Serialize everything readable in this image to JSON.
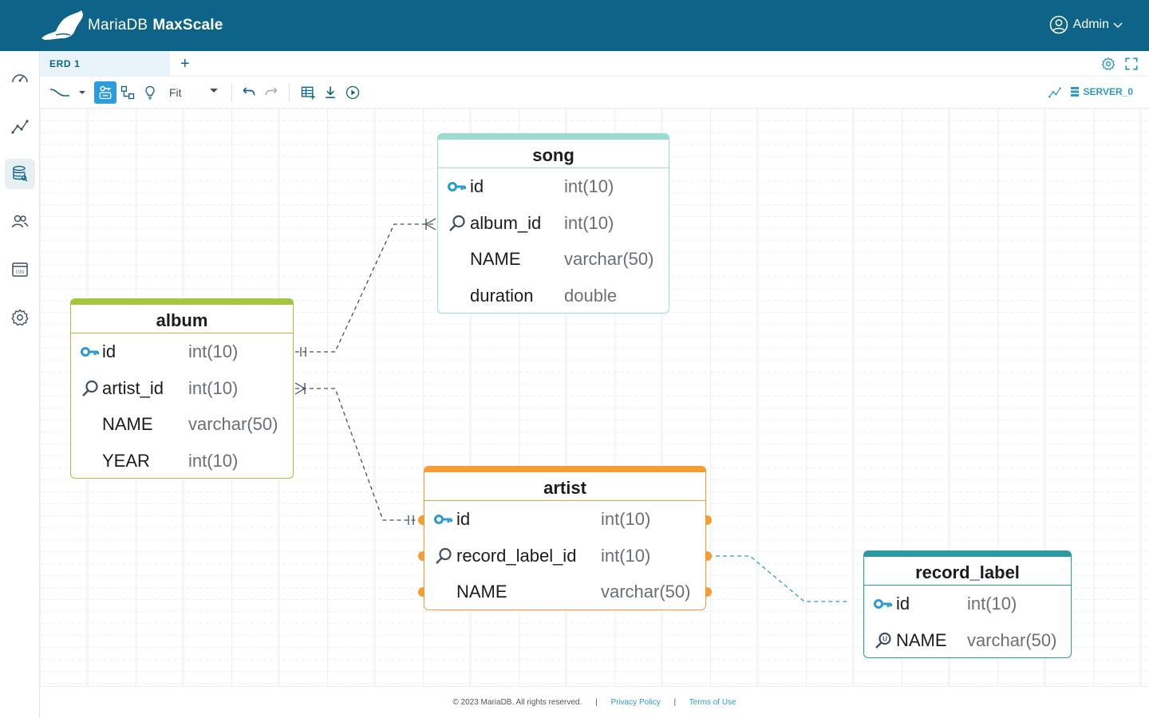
{
  "app": {
    "brand_a": "MariaDB",
    "brand_b": "MaxScale"
  },
  "user": {
    "name": "Admin"
  },
  "tabs": [
    {
      "label": "ERD 1"
    }
  ],
  "tab_add": "+",
  "toolbar": {
    "zoom": "Fit",
    "server": "SERVER_0"
  },
  "sidebar": {
    "items": [
      {
        "icon": "dashboard-icon"
      },
      {
        "icon": "visualization-icon"
      },
      {
        "icon": "query-editor-icon"
      },
      {
        "icon": "users-icon"
      },
      {
        "icon": "logs-icon"
      },
      {
        "icon": "settings-icon"
      }
    ]
  },
  "tables": {
    "song": {
      "name": "song",
      "color": "#9adcd0",
      "columns": [
        {
          "name": "id",
          "type": "int(10)",
          "key": "pk"
        },
        {
          "name": "album_id",
          "type": "int(10)",
          "key": "index"
        },
        {
          "name": "NAME",
          "type": "varchar(50)",
          "key": ""
        },
        {
          "name": "duration",
          "type": "double",
          "key": ""
        }
      ]
    },
    "album": {
      "name": "album",
      "color": "#a7c43f",
      "columns": [
        {
          "name": "id",
          "type": "int(10)",
          "key": "pk"
        },
        {
          "name": "artist_id",
          "type": "int(10)",
          "key": "index"
        },
        {
          "name": "NAME",
          "type": "varchar(50)",
          "key": ""
        },
        {
          "name": "YEAR",
          "type": "int(10)",
          "key": ""
        }
      ]
    },
    "artist": {
      "name": "artist",
      "color": "#f59d34",
      "columns": [
        {
          "name": "id",
          "type": "int(10)",
          "key": "pk"
        },
        {
          "name": "record_label_id",
          "type": "int(10)",
          "key": "index"
        },
        {
          "name": "NAME",
          "type": "varchar(50)",
          "key": ""
        }
      ]
    },
    "record_label": {
      "name": "record_label",
      "color": "#2c98a0",
      "columns": [
        {
          "name": "id",
          "type": "int(10)",
          "key": "pk"
        },
        {
          "name": "NAME",
          "type": "varchar(50)",
          "key": "unique"
        }
      ]
    }
  },
  "footer": {
    "copyright": "© 2023 MariaDB. All rights reserved.",
    "separator": "|",
    "privacy": "Privacy Policy",
    "terms": "Terms of Use"
  }
}
